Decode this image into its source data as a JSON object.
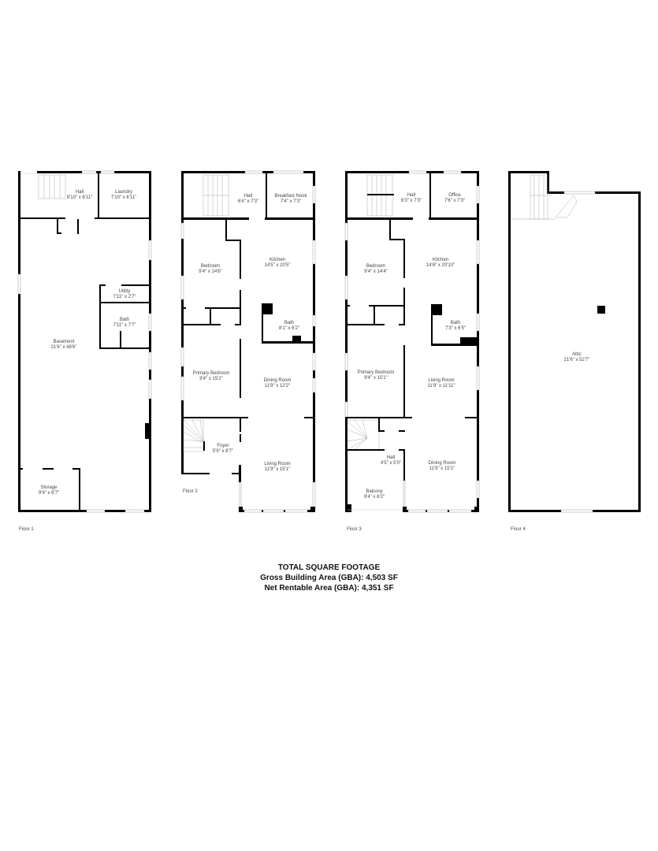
{
  "floors": [
    {
      "label": "Floor 1",
      "rooms": [
        {
          "name": "Hall",
          "dim": "9'10\" x 6'11\""
        },
        {
          "name": "Laundry",
          "dim": "7'10\" x 6'11\""
        },
        {
          "name": "Utility",
          "dim": "7'11\" x 2'7\""
        },
        {
          "name": "Bath",
          "dim": "7'11\" x 7'7\""
        },
        {
          "name": "Basement",
          "dim": "21'6\" x 48'6\""
        },
        {
          "name": "Storage",
          "dim": "9'9\" x 6'7\""
        }
      ]
    },
    {
      "label": "Floor 2",
      "rooms": [
        {
          "name": "Hall",
          "dim": "6'4\" x 7'3\""
        },
        {
          "name": "Breakfast Nook",
          "dim": "7'4\" x 7'3\""
        },
        {
          "name": "Bedroom",
          "dim": "9'4\" x 14'6\""
        },
        {
          "name": "Kitchen",
          "dim": "14'5\" x 20'5\""
        },
        {
          "name": "Bath",
          "dim": "8'1\" x 6'2\""
        },
        {
          "name": "Primary Bedroom",
          "dim": "9'4\" x 15'2\""
        },
        {
          "name": "Dining Room",
          "dim": "11'9\" x 12'2\""
        },
        {
          "name": "Foyer",
          "dim": "5'9\" x 8'7\""
        },
        {
          "name": "Living Room",
          "dim": "11'9\" x 15'1\""
        }
      ]
    },
    {
      "label": "Floor 3",
      "rooms": [
        {
          "name": "Hall",
          "dim": "6'3\" x 7'3\""
        },
        {
          "name": "Office",
          "dim": "7'6\" x 7'3\""
        },
        {
          "name": "Bedroom",
          "dim": "9'4\" x 14'4\""
        },
        {
          "name": "Kitchen",
          "dim": "14'6\" x 20'10\""
        },
        {
          "name": "Bath",
          "dim": "7'3\" x 6'5\""
        },
        {
          "name": "Primary Bedroom",
          "dim": "9'4\" x 15'1\""
        },
        {
          "name": "Living Room",
          "dim": "11'9\" x 11'11\""
        },
        {
          "name": "Hall",
          "dim": "4'5\" x 5'0\""
        },
        {
          "name": "Dining Room",
          "dim": "11'9\" x 15'1\""
        },
        {
          "name": "Balcony",
          "dim": "9'4\" x 6'2\""
        }
      ]
    },
    {
      "label": "Floor 4",
      "rooms": [
        {
          "name": "Attic",
          "dim": "21'6\" x 52'7\""
        }
      ]
    }
  ],
  "summary": {
    "title": "TOTAL SQUARE FOOTAGE",
    "gross": "Gross Building Area (GBA): 4,503 SF",
    "net": "Net Rentable Area (GBA): 4,351 SF"
  }
}
